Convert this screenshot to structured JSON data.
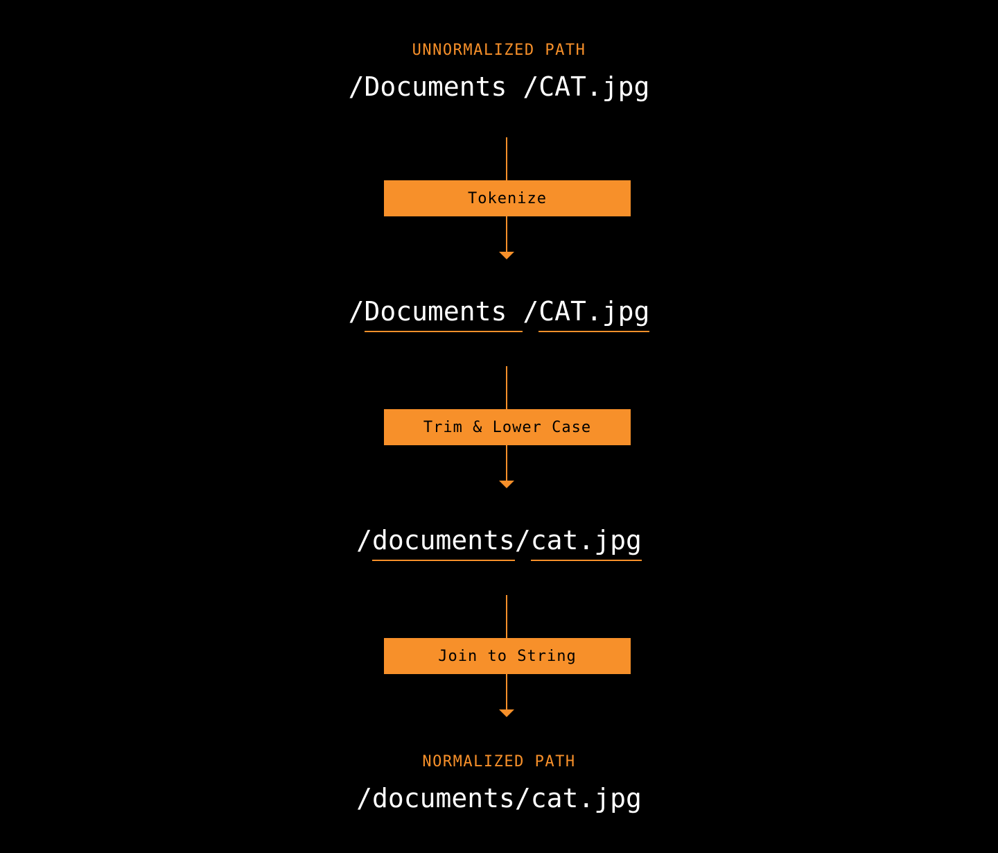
{
  "colors": {
    "background": "#000000",
    "accent": "#f7902a",
    "text": "#ffffff"
  },
  "input": {
    "caption": "UNNORMALIZED PATH",
    "path": "/Documents /CAT.jpg"
  },
  "steps": [
    {
      "label": "Tokenize"
    },
    {
      "label": "Trim & Lower Case"
    },
    {
      "label": "Join to String"
    }
  ],
  "tokenized": {
    "slash_1": "/",
    "token_1": "Documents ",
    "slash_2": "/",
    "token_2": "CAT.jpg"
  },
  "trimmed": {
    "slash_1": "/",
    "token_1": "documents",
    "slash_2": "/",
    "token_2": "cat.jpg"
  },
  "output": {
    "caption": "NORMALIZED PATH",
    "path": "/documents/cat.jpg"
  }
}
